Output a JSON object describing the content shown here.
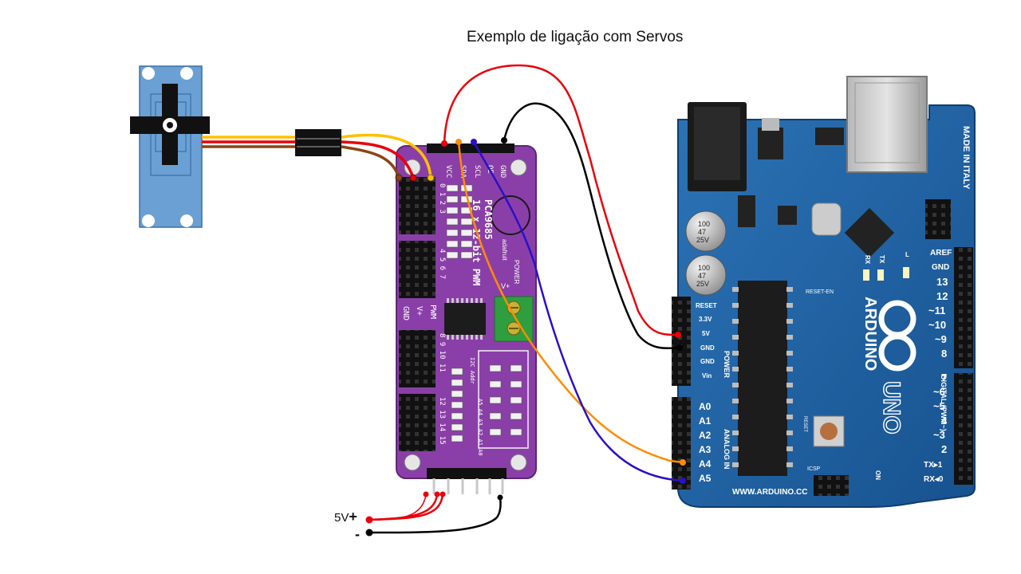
{
  "title": "Exemplo de ligação com Servos",
  "power_labels": {
    "vplus": "5V",
    "plus_sign": "+",
    "minus_sign": "-"
  },
  "pwm_board": {
    "name": "16 x 12-bit PWM",
    "chip": "PCA9685",
    "brand": "adafruit",
    "power_label": "POWER",
    "vplus": "V+",
    "header_pins": [
      "VCC",
      "SDA",
      "SCL",
      "OE",
      "GND"
    ],
    "servo_header_labels": [
      "PWM",
      "V+",
      "GND"
    ],
    "channel_groups": [
      "0 1 2 3",
      "4 5 6 7",
      "8 9 10 11",
      "12 13 14 15"
    ],
    "i2c_text": "I2C Addr",
    "ext_text": "A5 A4 A3 A2 A1 A0"
  },
  "arduino": {
    "made_in": "MADE IN ITALY",
    "brand": "ARDUINO",
    "model": "UNO",
    "url": "WWW.ARDUINO.CC",
    "reset": "RESET",
    "reset_en": "RESET-EN",
    "icsp": "ICSP",
    "on": "ON",
    "power_title": "POWER",
    "power_pins": [
      "RESET",
      "3.3V",
      "5V",
      "GND",
      "GND",
      "Vin"
    ],
    "analog_title": "ANALOG IN",
    "analog_pins": [
      "A0",
      "A1",
      "A2",
      "A3",
      "A4",
      "A5"
    ],
    "digital_title": "DIGITAL (PWM~)",
    "digital_pins": [
      "AREF",
      "GND",
      "13",
      "12",
      "~11",
      "~10",
      "~9",
      "8",
      "7",
      "~6",
      "~5",
      "4",
      "~3",
      "2",
      "TX▸1",
      "RX◂0"
    ],
    "tx": "TX",
    "rx": "RX",
    "l": "L",
    "cap1": [
      "100",
      "47",
      "25V"
    ],
    "cap2": [
      "100",
      "47",
      "25V"
    ]
  },
  "colors": {
    "red_wire": "#e8000b",
    "black_wire": "#000000",
    "orange_wire": "#ff8c00",
    "blue_wire": "#2a10c8",
    "yellow_wire": "#ffc000",
    "brown_wire": "#8b4513",
    "servo_body": "#6aa0d4",
    "pwm_board": "#8a3fa8",
    "arduino_board": "#1e5fa0"
  }
}
